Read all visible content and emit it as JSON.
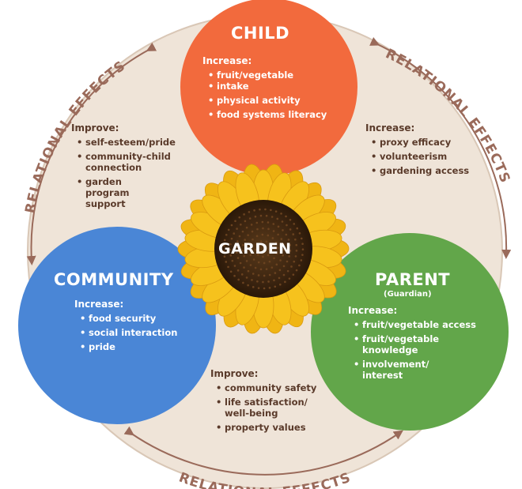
{
  "colors": {
    "background_disc": "#efe4d8",
    "disc_border": "#d9c7b6",
    "arrow": "#9a6a5a",
    "child": "#f26a3d",
    "community": "#4a86d6",
    "parent": "#62a64a",
    "body_text": "#5a3a2a",
    "petal": "#f6c21d",
    "flower_center": "#3b2410"
  },
  "relational_labels": {
    "top_left": "RELATIONAL EFFECTS",
    "top_right": "RELATIONAL EFFECTS",
    "bottom": "RELATIONAL EFFECTS"
  },
  "center": {
    "label": "GARDEN",
    "icon": "sunflower-icon"
  },
  "child": {
    "title": "CHILD",
    "heading": "Increase:",
    "items": [
      "fruit/vegetable",
      "intake",
      "physical activity",
      "food systems literacy"
    ]
  },
  "community": {
    "title": "COMMUNITY",
    "heading": "Increase:",
    "items": [
      "food security",
      "social interaction",
      "pride"
    ]
  },
  "parent": {
    "title": "PARENT",
    "subtitle": "(Guardian)",
    "heading": "Increase:",
    "items": [
      "fruit/vegetable access",
      "fruit/vegetable",
      "knowledge",
      "involvement/",
      "interest"
    ]
  },
  "community_child": {
    "heading": "Improve:",
    "items": [
      "self-esteem/pride",
      "community-child",
      "connection",
      "garden",
      "program",
      "support"
    ]
  },
  "child_parent": {
    "heading": "Increase:",
    "items": [
      "proxy efficacy",
      "volunteerism",
      "gardening access"
    ]
  },
  "community_parent": {
    "heading": "Improve:",
    "items": [
      "community safety",
      "life satisfaction/",
      "well-being",
      "property values"
    ]
  }
}
